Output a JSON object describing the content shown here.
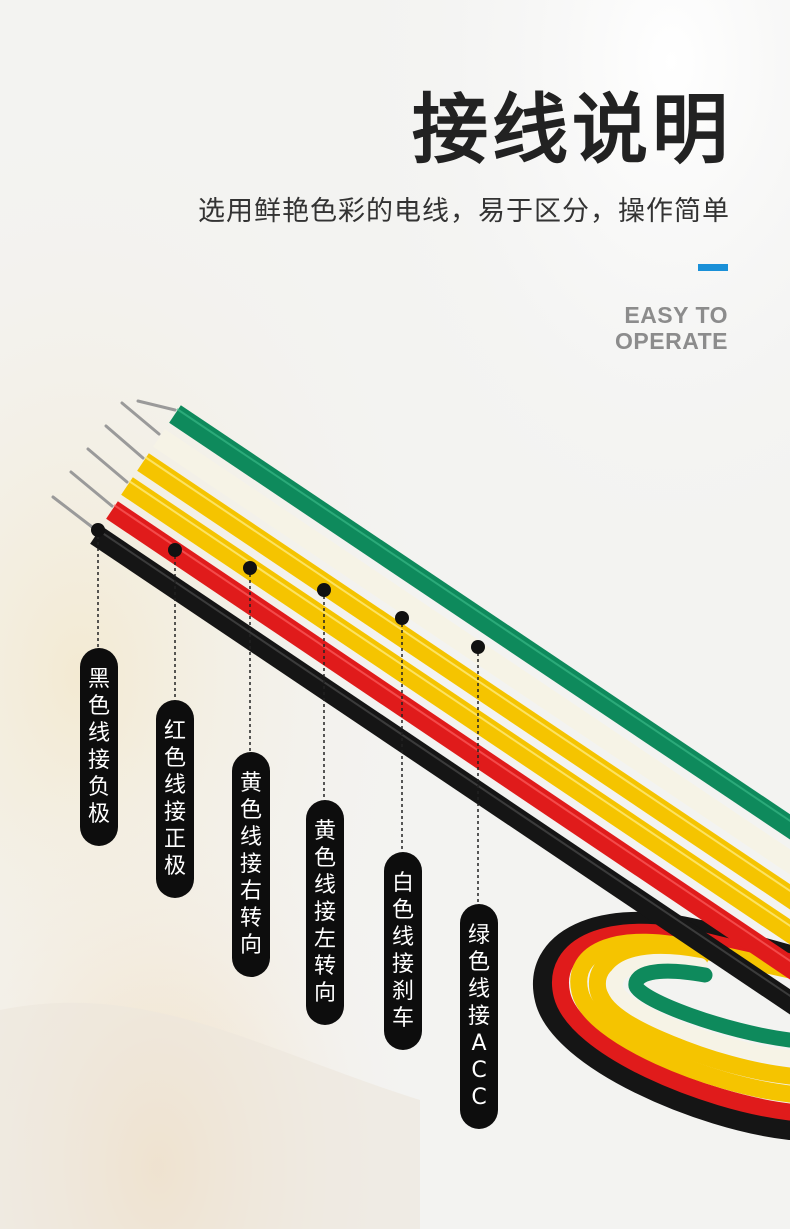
{
  "header": {
    "title": "接线说明",
    "subtitle": "选用鲜艳色彩的电线，易于区分，操作简单",
    "badge_line1": "EASY TO",
    "badge_line2": "OPERATE"
  },
  "colors": {
    "accent": "#1a90d8",
    "wire_black": "#151515",
    "wire_red": "#e01b1b",
    "wire_yellow": "#f5c400",
    "wire_white": "#f6f3e6",
    "wire_green": "#0e8a5c"
  },
  "labels": [
    {
      "text": "黑色线接负极"
    },
    {
      "text": "红色线接正极"
    },
    {
      "text": "黄色线接右转向"
    },
    {
      "text": "黄色线接左转向"
    },
    {
      "text": "白色线接刹车"
    },
    {
      "text": "绿色线接ACC"
    }
  ]
}
